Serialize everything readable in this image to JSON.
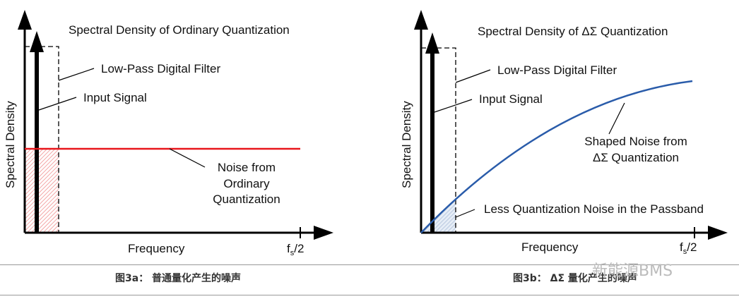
{
  "left": {
    "title": "Spectral Density of Ordinary Quantization",
    "filter_label": "Low-Pass Digital Filter",
    "signal_label": "Input Signal",
    "noise_label": [
      "Noise from",
      "Ordinary",
      "Quantization"
    ],
    "ylabel": "Spectral Density",
    "xlabel": "Frequency",
    "x_end_label": "f",
    "x_end_sub": "s",
    "x_end_suffix": "/2",
    "caption": "图3a： 普通量化产生的噪声"
  },
  "right": {
    "title": "Spectral Density of ΔΣ Quantization",
    "filter_label": "Low-Pass Digital Filter",
    "signal_label": "Input Signal",
    "noise_label": [
      "Shaped Noise from",
      "ΔΣ Quantization"
    ],
    "passband_label": "Less Quantization Noise in the Passband",
    "ylabel": "Spectral Density",
    "xlabel": "Frequency",
    "x_end_label": "f",
    "x_end_sub": "s",
    "x_end_suffix": "/2",
    "caption": "图3b： ΔΣ 量化产生的噪声"
  },
  "watermark": "新能源BMS",
  "colors": {
    "noise_flat": "#e8161b",
    "noise_shaped": "#2a5caa",
    "hatch_red": "#f2a0a0",
    "hatch_blue": "#b8c8e0"
  }
}
